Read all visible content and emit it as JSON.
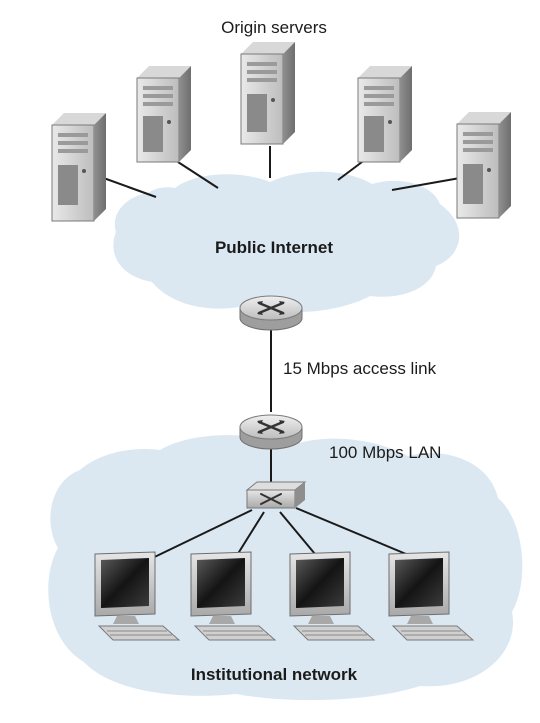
{
  "labels": {
    "origin_servers": "Origin servers",
    "public_internet": "Public Internet",
    "access_link": "15 Mbps access link",
    "lan": "100 Mbps LAN",
    "institutional_network": "Institutional network"
  },
  "colors": {
    "cloud_fill": "#dbe8f1",
    "device_gray": "#c7c7c7",
    "screen_dark": "#2a2a2a",
    "link_line": "#1a1a1a"
  },
  "icons": {
    "server": "server-tower-icon",
    "router": "router-icon",
    "switch": "switch-icon",
    "workstation": "desktop-computer-icon"
  }
}
